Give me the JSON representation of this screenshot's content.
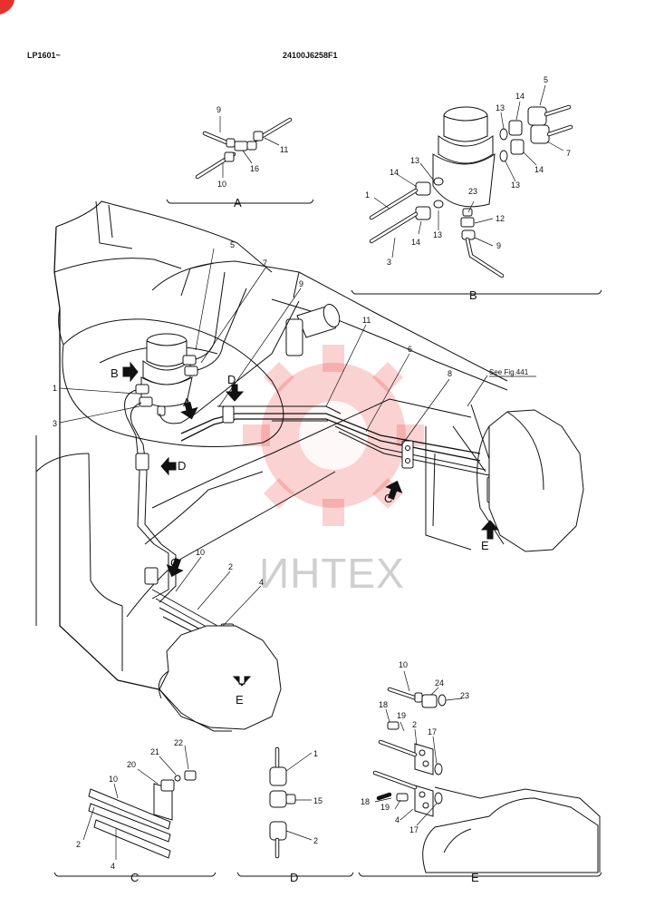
{
  "header": {
    "left": "LP1601~",
    "center": "24100J6258F1"
  },
  "reference": "See Fig.441",
  "watermark": "ИНТЕХ",
  "callouts": {
    "main": {
      "c5": "5",
      "c7": "7",
      "c9": "9",
      "c1": "1",
      "c3": "3",
      "c11": "11",
      "c6": "6",
      "c8": "8",
      "c10": "10",
      "c2": "2",
      "c4": "4"
    },
    "detail_a": {
      "c9": "9",
      "c11": "11",
      "c16": "16",
      "c10": "10"
    },
    "detail_b": {
      "c5": "5",
      "c14a": "14",
      "c13a": "13",
      "c7": "7",
      "c14b": "14",
      "c13b": "13",
      "c13c": "13",
      "c14c": "14",
      "c1": "1",
      "c23": "23",
      "c12": "12",
      "c14d": "14",
      "c13d": "13",
      "c3": "3",
      "c9": "9"
    },
    "detail_c": {
      "c22": "22",
      "c21": "21",
      "c20": "20",
      "c10": "10",
      "c2": "2",
      "c4": "4"
    },
    "detail_d": {
      "c1": "1",
      "c15": "15",
      "c2": "2"
    },
    "detail_e": {
      "c10": "10",
      "c24": "24",
      "c23": "23",
      "c18a": "18",
      "c19a": "19",
      "c2": "2",
      "c17a": "17",
      "c18b": "18",
      "c19b": "19",
      "c4": "4",
      "c17b": "17"
    }
  },
  "view_labels": {
    "b": "B",
    "a": "A",
    "d1": "D",
    "d2": "D",
    "c1": "C",
    "c2": "C",
    "e1": "E",
    "e2": "E"
  },
  "section_labels": {
    "a": "A",
    "b": "B",
    "c": "C",
    "d": "D",
    "e": "E"
  }
}
